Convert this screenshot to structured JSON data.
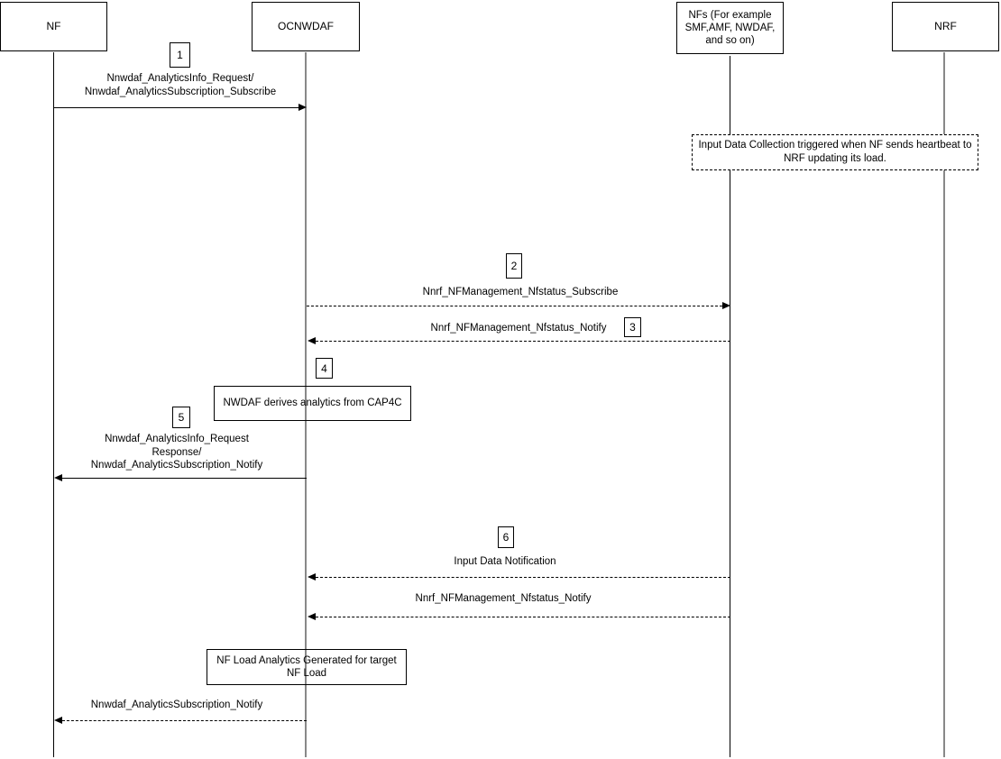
{
  "diagram": {
    "title": "OCNWDAF NF load analytics sequence diagram",
    "participants": [
      {
        "id": "nf",
        "name": "NF"
      },
      {
        "id": "ocnwdaf",
        "name": "OCNWDAF"
      },
      {
        "id": "nfs",
        "name": "NFs (For example\nSMF,AMF, NWDAF,\nand so on)"
      },
      {
        "id": "nrf",
        "name": "NRF"
      }
    ],
    "note": {
      "text": "Input Data Collection triggered when NF sends heartbeat to\nNRF updating its load."
    },
    "messages": [
      {
        "num": "1",
        "label": "Nnwdaf_AnalyticsInfo_Request/\nNnwdaf_AnalyticsSubscription_Subscribe",
        "from": "NF",
        "to": "OCNWDAF",
        "line": "solid"
      },
      {
        "num": "2",
        "label": "Nnrf_NFManagement_Nfstatus_Subscribe",
        "from": "OCNWDAF",
        "to": "NFs",
        "line": "dashed"
      },
      {
        "num": "3",
        "label": "Nnrf_NFManagement_Nfstatus_Notify",
        "from": "NFs",
        "to": "OCNWDAF",
        "line": "dashed"
      },
      {
        "num": "5",
        "label": "Nnwdaf_AnalyticsInfo_Request\nResponse/\nNnwdaf_AnalyticsSubscription_Notify",
        "from": "OCNWDAF",
        "to": "NF",
        "line": "solid"
      },
      {
        "num": "6",
        "label": "Input Data Notification",
        "from": "NFs",
        "to": "OCNWDAF",
        "line": "dashed"
      },
      {
        "num": "",
        "label": "Nnrf_NFManagement_Nfstatus_Notify",
        "from": "NFs",
        "to": "OCNWDAF",
        "line": "dashed"
      },
      {
        "num": "",
        "label": "Nnwdaf_AnalyticsSubscription_Notify",
        "from": "OCNWDAF",
        "to": "NF",
        "line": "dashed"
      }
    ],
    "actions": [
      {
        "num": "4",
        "label": "NWDAF derives analytics from CAP4C"
      },
      {
        "num": "",
        "label": "NF Load Analytics Generated for target\nNF Load"
      }
    ],
    "colors": {
      "line": "#000000",
      "lifeline_gray": "#888888",
      "background": "#ffffff"
    }
  }
}
